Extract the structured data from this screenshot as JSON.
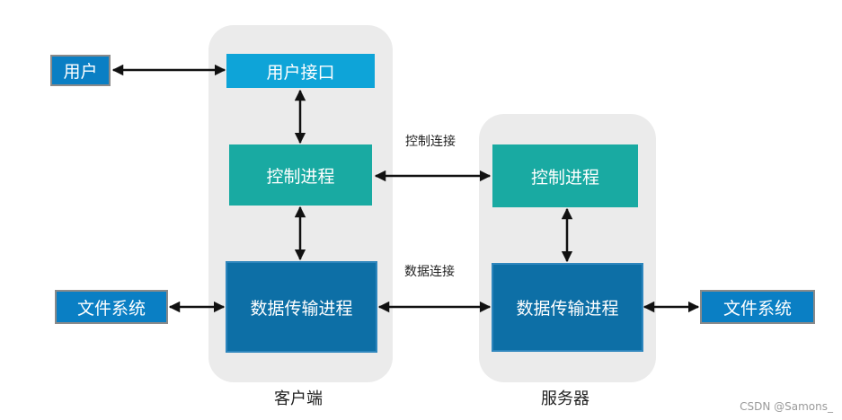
{
  "nodes": {
    "user": "用户",
    "user_interface": "用户接口",
    "client_control": "控制进程",
    "client_data": "数据传输进程",
    "server_control": "控制进程",
    "server_data": "数据传输进程",
    "client_fs": "文件系统",
    "server_fs": "文件系统"
  },
  "connections": {
    "control": "控制连接",
    "data": "数据连接"
  },
  "groups": {
    "client": "客户端",
    "server": "服务器"
  },
  "watermark": "CSDN @Samons_",
  "colors": {
    "panel": "#ebebeb",
    "interface_blue": "#0ea4d8",
    "external_blue": "#0a7fc4",
    "control_teal": "#19aaa2",
    "data_navy": "#0d6fa6",
    "arrow": "#111111"
  }
}
